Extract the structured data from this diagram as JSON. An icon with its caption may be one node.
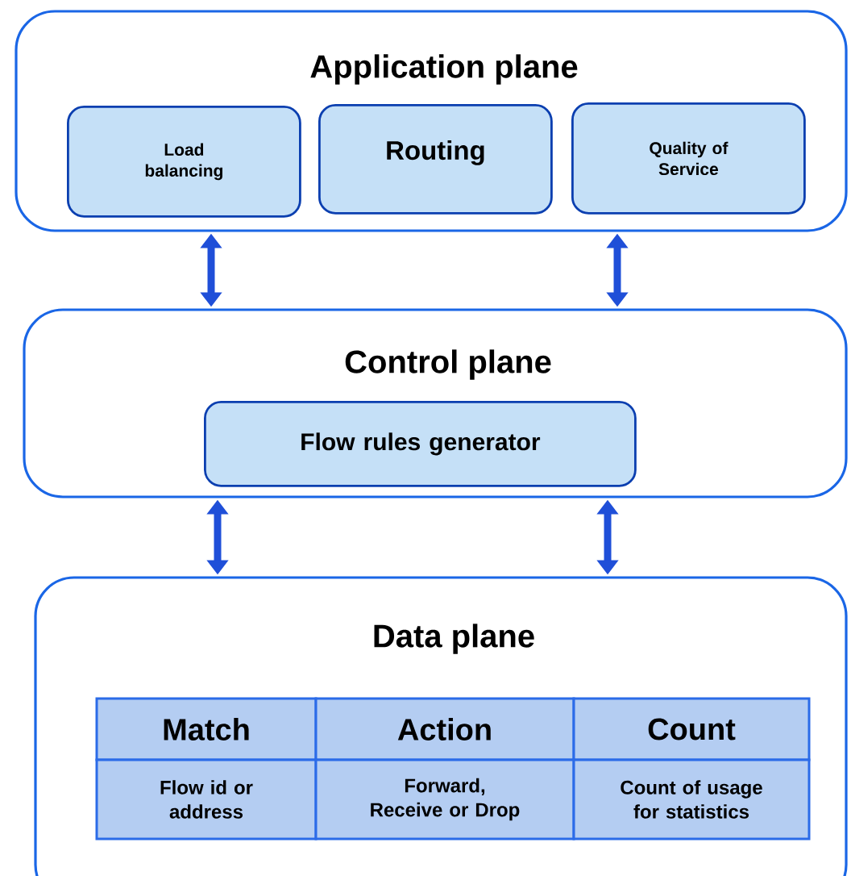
{
  "diagram": {
    "nodes": [
      {
        "text": [
          "Application plane"
        ]
      },
      {
        "text": [
          "Load balancing"
        ],
        "in": 0
      },
      {
        "text": [
          "Routing"
        ],
        "in": 0
      },
      {
        "text": [
          "Quality of Service"
        ],
        "in": 0
      },
      {
        "text": [
          "Control plane"
        ]
      },
      {
        "text": [
          "Flow rules generator"
        ],
        "in": 4
      },
      {
        "text": [
          "Data plane"
        ]
      }
    ],
    "edges": [
      {
        "from": 0,
        "to": 4,
        "arrow": "both"
      },
      {
        "from": 0,
        "to": 4,
        "arrow": "both"
      },
      {
        "from": 4,
        "to": 6,
        "arrow": "both"
      },
      {
        "from": 4,
        "to": 6,
        "arrow": "both"
      }
    ],
    "labels": [
      "Match",
      "Action",
      "Count",
      "Flow id or address",
      "Forward, Receive or Drop",
      "Count of usage for statistics"
    ]
  }
}
